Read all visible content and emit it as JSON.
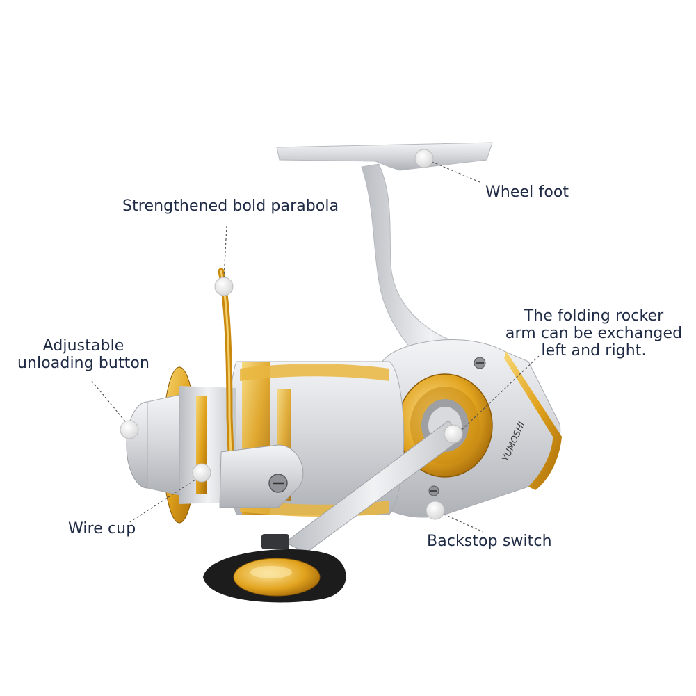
{
  "callouts": {
    "wheel_foot": "Wheel foot",
    "parabola": "Strengthened bold parabola",
    "rocker_arm": [
      "The folding rocker",
      "arm can be exchanged",
      "left and right."
    ],
    "unloading_button": [
      "Adjustable",
      "unloading button"
    ],
    "wire_cup": "Wire cup",
    "backstop_switch": "Backstop switch"
  },
  "product": {
    "brand_marking": "YUMOSHI"
  },
  "colors": {
    "label_text": "#1f2a44",
    "leader_line": "#555555",
    "marker_fill": "#f4f4f4",
    "body_silver": "#d9dbde",
    "accent_gold": "#e0a21c",
    "knob_black": "#1c1c1c"
  }
}
